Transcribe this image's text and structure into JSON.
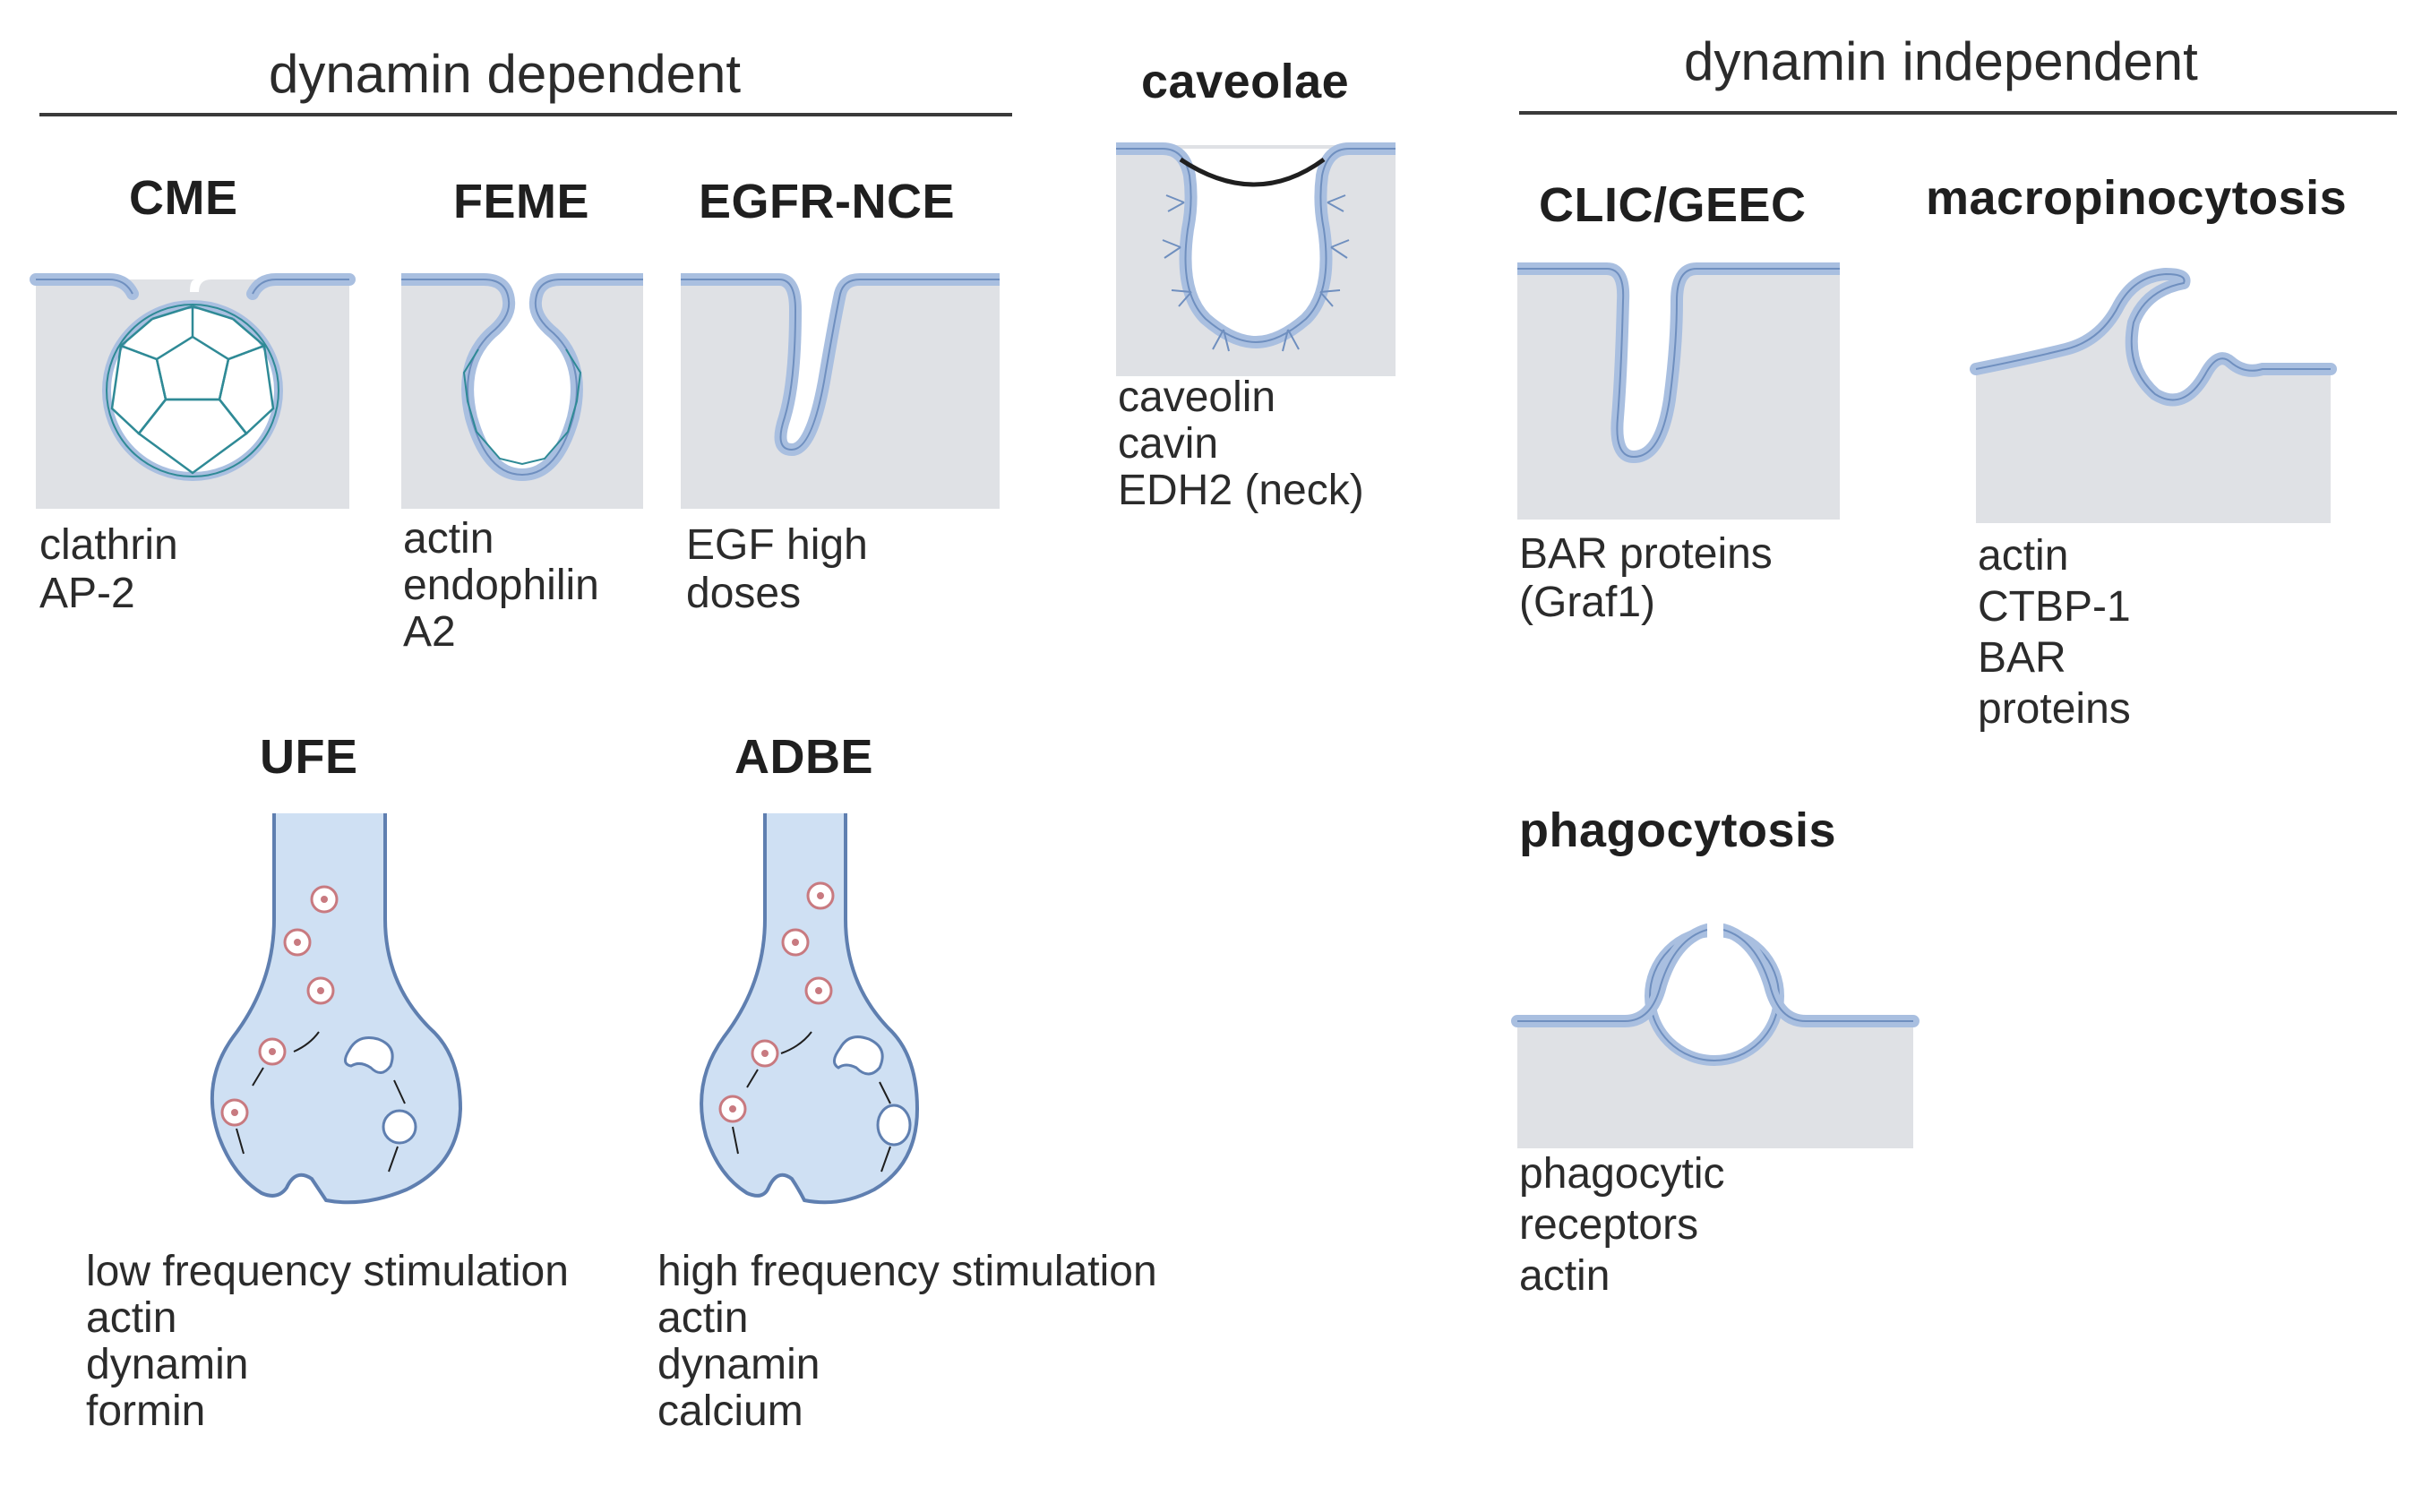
{
  "groups": {
    "dependent": "dynamin dependent",
    "independent": "dynamin independent"
  },
  "colors": {
    "cell": "#dfe1e5",
    "membrane": "#a9bfe0",
    "membrane_edge": "#6f8fbf",
    "clathrin": "#2f8a96",
    "neuron_fill": "#cfe0f3",
    "neuron_edge": "#5f7fb0",
    "text": "#2b2b2b"
  },
  "pathways": {
    "cme": {
      "label": "CME",
      "components": [
        "clathrin",
        "AP-2"
      ]
    },
    "feme": {
      "label": "FEME",
      "components": [
        "actin",
        "endophilin",
        "A2"
      ]
    },
    "egfr": {
      "label": "EGFR-NCE",
      "components": [
        "EGF high",
        "doses"
      ]
    },
    "caveolae": {
      "label": "caveolae",
      "components": [
        "caveolin",
        "cavin",
        "EDH2 (neck)"
      ]
    },
    "clic": {
      "label": "CLIC/GEEC",
      "components": [
        "BAR proteins",
        "(Graf1)"
      ]
    },
    "macro": {
      "label": "macropinocytosis",
      "components": [
        "actin",
        "CTBP-1",
        "BAR",
        "proteins"
      ]
    },
    "phago": {
      "label": "phagocytosis",
      "components": [
        "phagocytic",
        "receptors",
        "actin"
      ]
    },
    "ufe": {
      "label": "UFE",
      "components": [
        "low frequency stimulation",
        "actin",
        "dynamin",
        "formin"
      ]
    },
    "adbe": {
      "label": "ADBE",
      "components": [
        "high frequency stimulation",
        "actin",
        "dynamin",
        "calcium"
      ]
    }
  }
}
